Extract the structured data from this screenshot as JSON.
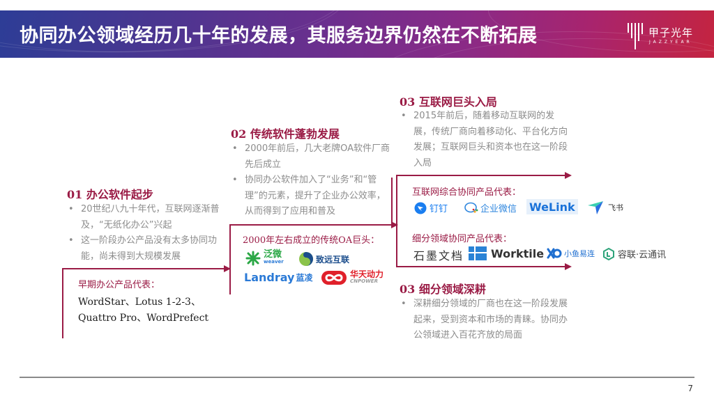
{
  "header": {
    "title": "协同办公领域经历几十年的发展，其服务边界仍然在不断拓展",
    "brand": {
      "name_cn": "甲子光年",
      "name_en": "JAZZYEAR"
    },
    "gradient": [
      "#2d3d96",
      "#6a2f8e",
      "#a8246e",
      "#c42440"
    ]
  },
  "accent_color": "#9a1b45",
  "stages": [
    {
      "heading": "01 办公软件起步",
      "bullets": [
        "20世纪八九十年代，互联网逐渐普及，“无纸化办公”兴起",
        "这一阶段办公产品没有太多协同功能，尚未得到大规模发展"
      ],
      "products_label": "早期办公产品代表：",
      "products_text": [
        "WordStar、Lotus 1-2-3、",
        "Quattro Pro、WordPrefect"
      ]
    },
    {
      "heading": "02 传统软件蓬勃发展",
      "bullets": [
        "2000年前后，几大老牌OA软件厂商先后成立",
        "协同办公软件加入了“业务”和“管理”的元素，提升了企业办公效率，从而得到了应用和普及"
      ],
      "products_label": "2000年左右成立的传统OA巨头：",
      "logos": [
        {
          "name": "泛微",
          "sub": "weaver",
          "icon": "weaver-logo-icon",
          "color": "#2aa745"
        },
        {
          "name": "致远互联",
          "icon": "seeyon-logo-icon",
          "color": "#1b4d8c"
        },
        {
          "name": "Landray",
          "cn": "蓝凌",
          "icon": "landray-logo",
          "color": "#2b7ad6"
        },
        {
          "name": "华天动力",
          "sub": "CNPOWER",
          "icon": "cnpower-logo-icon",
          "color": "#e0202a"
        }
      ]
    },
    {
      "heading": "03 互联网巨头入局",
      "bullets": [
        "2015年前后，随着移动互联网的发展，传统厂商向着移动化、平台化方向发展；互联网巨头和资本也在这一阶段入局"
      ],
      "products_label": "互联网综合协同产品代表：",
      "logos": [
        {
          "name": "钉钉",
          "icon": "dingtalk-logo-icon",
          "color": "#1a7ef0"
        },
        {
          "name": "企业微信",
          "icon": "wecom-logo-icon",
          "color": "#2e86de"
        },
        {
          "name": "WeLink",
          "icon": "welink-logo",
          "color": "#1a72d9"
        },
        {
          "name": "飞书",
          "icon": "feishu-logo-icon",
          "color": "#2a6fe0"
        }
      ]
    },
    {
      "heading": "03 细分领域深耕",
      "bullets": [
        "深耕细分领域的厂商也在这一阶段发展起来，受到资本和市场的青睐。协同办公领域进入百花齐放的局面"
      ],
      "products_label": "细分领域协同产品代表：",
      "logos": [
        {
          "name": "石墨文档",
          "icon": "shimo-logo",
          "color": "#333333"
        },
        {
          "name": "Worktile",
          "icon": "worktile-logo-icon",
          "color": "#2a83d6"
        },
        {
          "name": "小鱼易连",
          "icon": "xiaoyu-logo-icon",
          "color": "#1f6fd0"
        },
        {
          "name": "容联·云通讯",
          "icon": "ronglian-logo-icon",
          "color": "#2ea37a"
        }
      ]
    }
  ],
  "footer": {
    "page_number": "7"
  }
}
